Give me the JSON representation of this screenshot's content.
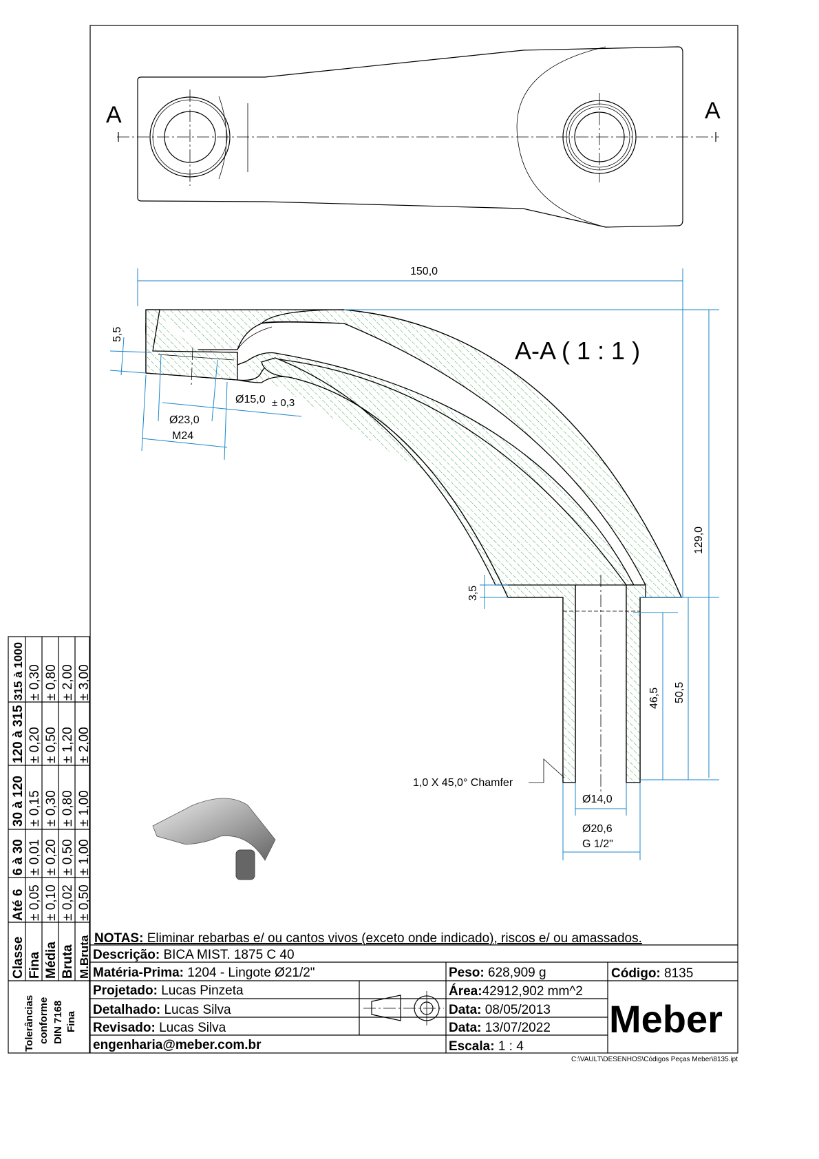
{
  "drawing": {
    "section_marker_left": "A",
    "section_marker_right": "A",
    "section_title": "A-A ( 1 : 1 )",
    "dimensions": {
      "overall_length": "150,0",
      "overall_height": "129,0",
      "wall_top": "5,5",
      "wall_base": "3,5",
      "bore_inner": "Ø15,0",
      "bore_tol": "± 0,3",
      "thread_dia": "Ø23,0",
      "thread_spec": "M24",
      "shank_inner_len": "46,5",
      "shank_outer_len": "50,5",
      "shank_bore": "Ø14,0",
      "shank_outer": "Ø20,6",
      "shank_thread": "G 1/2\"",
      "chamfer_note": "1,0 X 45,0° Chamfer"
    }
  },
  "tolerance_table": {
    "headers": [
      "Classe",
      "Até 6",
      "6 à 30",
      "30 à 120",
      "120 à 315",
      "315 à 1000"
    ],
    "rows": [
      {
        "classe": "Fina",
        "values": [
          "± 0,05",
          "± 0,01",
          "± 0,15",
          "± 0,20",
          "± 0,30"
        ]
      },
      {
        "classe": "Média",
        "values": [
          "± 0,10",
          "± 0,20",
          "± 0,30",
          "± 0,50",
          "± 0,80"
        ]
      },
      {
        "classe": "Bruta",
        "values": [
          "± 0,02",
          "± 0,50",
          "± 0,80",
          "± 1,20",
          "± 2,00"
        ]
      },
      {
        "classe": "M.Bruta",
        "values": [
          "± 0,50",
          "± 1,00",
          "± 1,00",
          "± 2,00",
          "± 3,00"
        ]
      }
    ],
    "standard_line1": "Tolerâncias",
    "standard_line2": "conforme",
    "standard_line3": "DIN 7168",
    "standard_line4": "Fina"
  },
  "title_block": {
    "notes_label": "NOTAS:",
    "notes_text": " Eliminar rebarbas e/ ou cantos vivos (exceto onde indicado), riscos e/ ou amassados.",
    "description_label": "Descrição:",
    "description": " BICA MIST. 1875 C 40",
    "material_label": "Matéria-Prima:",
    "material": " 1204 - Lingote Ø21/2\"",
    "weight_label": "Peso:",
    "weight": " 628,909 g",
    "code_label": "Código:",
    "code": " 8135",
    "designed_label": "Projetado:",
    "designed": " Lucas Pinzeta",
    "area_label": "Área:",
    "area": "42912,902 mm^2",
    "detailed_label": "Detalhado:",
    "detailed": " Lucas Silva",
    "date1_label": "Data:",
    "date1": " 08/05/2013",
    "revised_label": "Revisado:",
    "revised": " Lucas Silva",
    "date2_label": "Data:",
    "date2": " 13/07/2022",
    "email": "engenharia@meber.com.br",
    "scale_label": "Escala:",
    "scale": " 1 : 4",
    "logo": "Meber",
    "file_path": "C:\\VAULT\\DESENHOS\\Códigos Peças Meber\\8135.ipt"
  }
}
